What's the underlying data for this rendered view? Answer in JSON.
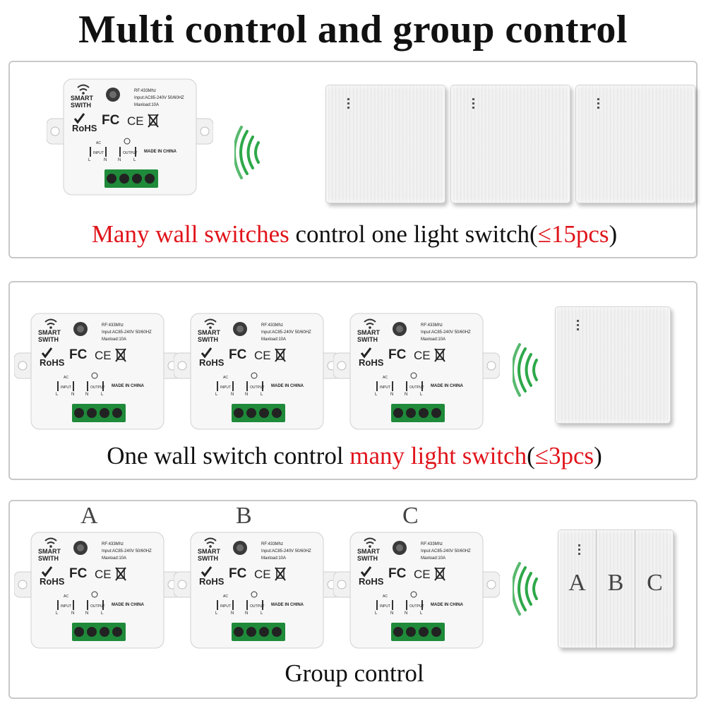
{
  "title": "Multi control and group control",
  "module": {
    "brand_line1": "SMART",
    "brand_line2": "SWITH",
    "rf": "RF:433Mhz",
    "input": "Input:AC85-240V 50/60HZ",
    "maxload": "Maxload:10A",
    "rohs": "RoHS",
    "fc": "FC",
    "ce": "CE",
    "ac": "AC",
    "input_label": "INPUT",
    "output_label": "OUTPUT",
    "made_in": "MADE IN CHINA",
    "terminal_l": "L",
    "terminal_n": "N"
  },
  "sections": {
    "multi_control": {
      "caption_red": "Many wall switches",
      "caption_mid": " control one light switch(",
      "caption_limit": "≤15pcs",
      "caption_end": ")"
    },
    "one_to_many": {
      "caption_start": "One wall switch control ",
      "caption_red": "many light switch",
      "caption_paren": "(",
      "caption_limit": "≤3pcs",
      "caption_end": ")"
    },
    "group": {
      "labels": [
        "A",
        "B",
        "C"
      ],
      "caption": "Group control"
    }
  },
  "colors": {
    "accent_red": "#e0141b",
    "signal_green": "#2ea84a",
    "terminal_green": "#1f8a3a"
  }
}
